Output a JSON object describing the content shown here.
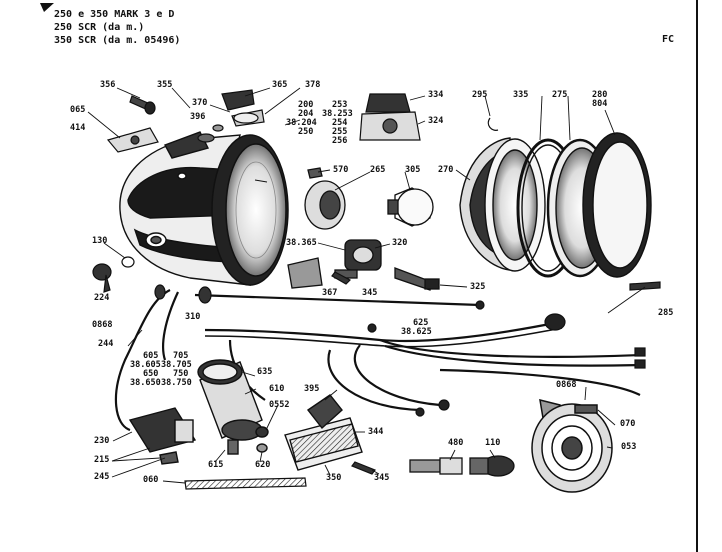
{
  "header": {
    "line1": "250 e 350 MARK 3 e D",
    "line2": "250 SCR (da m.)",
    "line3": "350 SCR (da m. 05496)"
  },
  "page_code": "FC",
  "labels": [
    {
      "id": "356",
      "text": "356"
    },
    {
      "id": "355",
      "text": "355"
    },
    {
      "id": "365",
      "text": "365"
    },
    {
      "id": "378",
      "text": "378"
    },
    {
      "id": "370",
      "text": "370"
    },
    {
      "id": "065",
      "text": "065"
    },
    {
      "id": "396",
      "text": "396"
    },
    {
      "id": "414",
      "text": "414"
    },
    {
      "id": "200",
      "text": "200"
    },
    {
      "id": "204",
      "text": "204"
    },
    {
      "id": "38204",
      "text": "38.204"
    },
    {
      "id": "250",
      "text": "250"
    },
    {
      "id": "253",
      "text": "253"
    },
    {
      "id": "38253",
      "text": "38.253"
    },
    {
      "id": "254",
      "text": "254"
    },
    {
      "id": "255",
      "text": "255"
    },
    {
      "id": "256",
      "text": "256"
    },
    {
      "id": "334",
      "text": "334"
    },
    {
      "id": "324",
      "text": "324"
    },
    {
      "id": "295",
      "text": "295"
    },
    {
      "id": "335",
      "text": "335"
    },
    {
      "id": "275",
      "text": "275"
    },
    {
      "id": "280",
      "text": "280"
    },
    {
      "id": "804",
      "text": "804"
    },
    {
      "id": "570",
      "text": "570"
    },
    {
      "id": "265",
      "text": "265"
    },
    {
      "id": "305",
      "text": "305"
    },
    {
      "id": "270",
      "text": "270"
    },
    {
      "id": "130",
      "text": "130"
    },
    {
      "id": "38365",
      "text": "38.365"
    },
    {
      "id": "320",
      "text": "320"
    },
    {
      "id": "224",
      "text": "224"
    },
    {
      "id": "367",
      "text": "367"
    },
    {
      "id": "345a",
      "text": "345"
    },
    {
      "id": "325",
      "text": "325"
    },
    {
      "id": "0868a",
      "text": "0868"
    },
    {
      "id": "310",
      "text": "310"
    },
    {
      "id": "625",
      "text": "625"
    },
    {
      "id": "38625",
      "text": "38.625"
    },
    {
      "id": "285",
      "text": "285"
    },
    {
      "id": "244",
      "text": "244"
    },
    {
      "id": "605",
      "text": "605"
    },
    {
      "id": "705",
      "text": "705"
    },
    {
      "id": "38605",
      "text": "38.605"
    },
    {
      "id": "38705",
      "text": "38.705"
    },
    {
      "id": "650",
      "text": "650"
    },
    {
      "id": "750",
      "text": "750"
    },
    {
      "id": "38650",
      "text": "38.650"
    },
    {
      "id": "38750",
      "text": "38.750"
    },
    {
      "id": "635",
      "text": "635"
    },
    {
      "id": "610",
      "text": "610"
    },
    {
      "id": "395",
      "text": "395"
    },
    {
      "id": "0552",
      "text": "0552"
    },
    {
      "id": "0868b",
      "text": "0868"
    },
    {
      "id": "070",
      "text": "070"
    },
    {
      "id": "230",
      "text": "230"
    },
    {
      "id": "344",
      "text": "344"
    },
    {
      "id": "215",
      "text": "215"
    },
    {
      "id": "480",
      "text": "480"
    },
    {
      "id": "110",
      "text": "110"
    },
    {
      "id": "053",
      "text": "053"
    },
    {
      "id": "615",
      "text": "615"
    },
    {
      "id": "620",
      "text": "620"
    },
    {
      "id": "245",
      "text": "245"
    },
    {
      "id": "060",
      "text": "060"
    },
    {
      "id": "350",
      "text": "350"
    },
    {
      "id": "345b",
      "text": "345"
    }
  ]
}
